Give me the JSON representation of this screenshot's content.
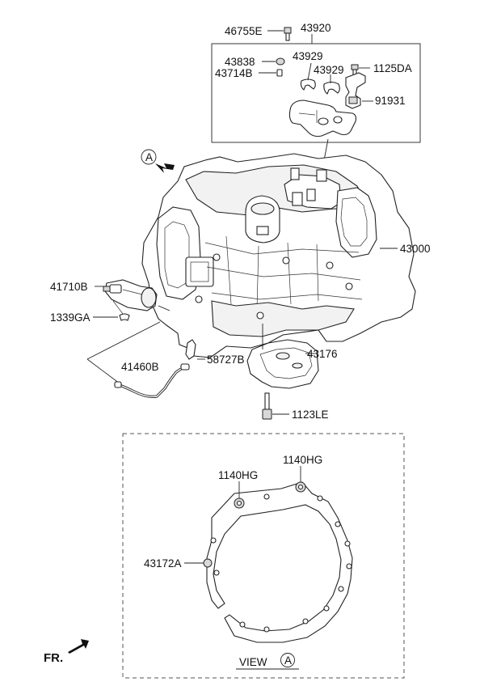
{
  "labels": {
    "p46755E": "46755E",
    "p43920": "43920",
    "p43838": "43838",
    "p43929a": "43929",
    "p43929b": "43929",
    "p1125DA": "1125DA",
    "p43714B": "43714B",
    "p91931": "91931",
    "p43000": "43000",
    "p41710B": "41710B",
    "p1339GA": "1339GA",
    "p41460B": "41460B",
    "p58727B": "58727B",
    "p43176": "43176",
    "p1123LE": "1123LE",
    "p1140HGa": "1140HG",
    "p1140HGb": "1140HG",
    "p43172A": "43172A"
  },
  "view": {
    "marker": "A",
    "caption": "VIEW",
    "caption_marker": "A"
  },
  "direction": {
    "front": "FR."
  },
  "icons": {
    "view-arrow": "arrow-right-down",
    "front-arrow": "arrow-left-down"
  }
}
